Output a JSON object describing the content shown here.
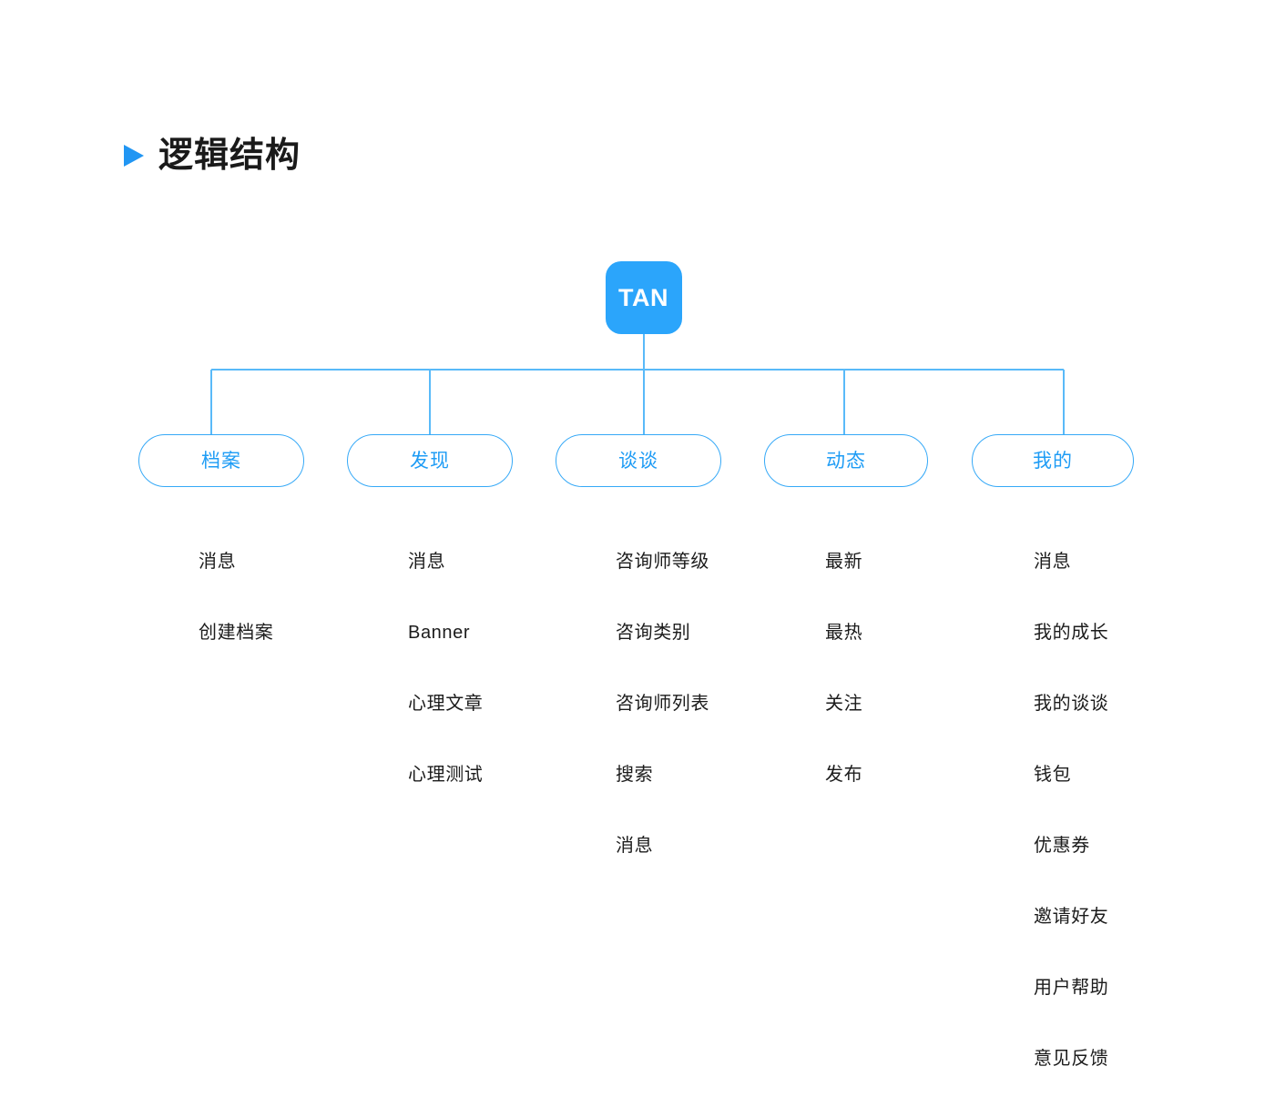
{
  "header": {
    "title": "逻辑结构",
    "bullet_icon": "triangle-right-icon",
    "accent_color": "#2196F3"
  },
  "diagram": {
    "type": "tree",
    "root": {
      "logo_text": "TAN",
      "logo_bg_color": "#2BA5FB",
      "logo_text_color": "#FFFFFF"
    },
    "line_color": "#59BAF9",
    "pill_border_color": "#36A9F7",
    "pill_text_color": "#1E9CF5",
    "leaf_text_color": "#1C1C1C",
    "branches": [
      {
        "label": "档案",
        "leaves": [
          "消息",
          "创建档案"
        ]
      },
      {
        "label": "发现",
        "leaves": [
          "消息",
          "Banner",
          "心理文章",
          "心理测试"
        ]
      },
      {
        "label": "谈谈",
        "leaves": [
          "咨询师等级",
          "咨询类别",
          "咨询师列表",
          "搜索",
          "消息"
        ]
      },
      {
        "label": "动态",
        "leaves": [
          "最新",
          "最热",
          "关注",
          "发布"
        ]
      },
      {
        "label": "我的",
        "leaves": [
          "消息",
          "我的成长",
          "我的谈谈",
          "钱包",
          "优惠券",
          "邀请好友",
          "用户帮助",
          "意见反馈"
        ]
      }
    ]
  }
}
